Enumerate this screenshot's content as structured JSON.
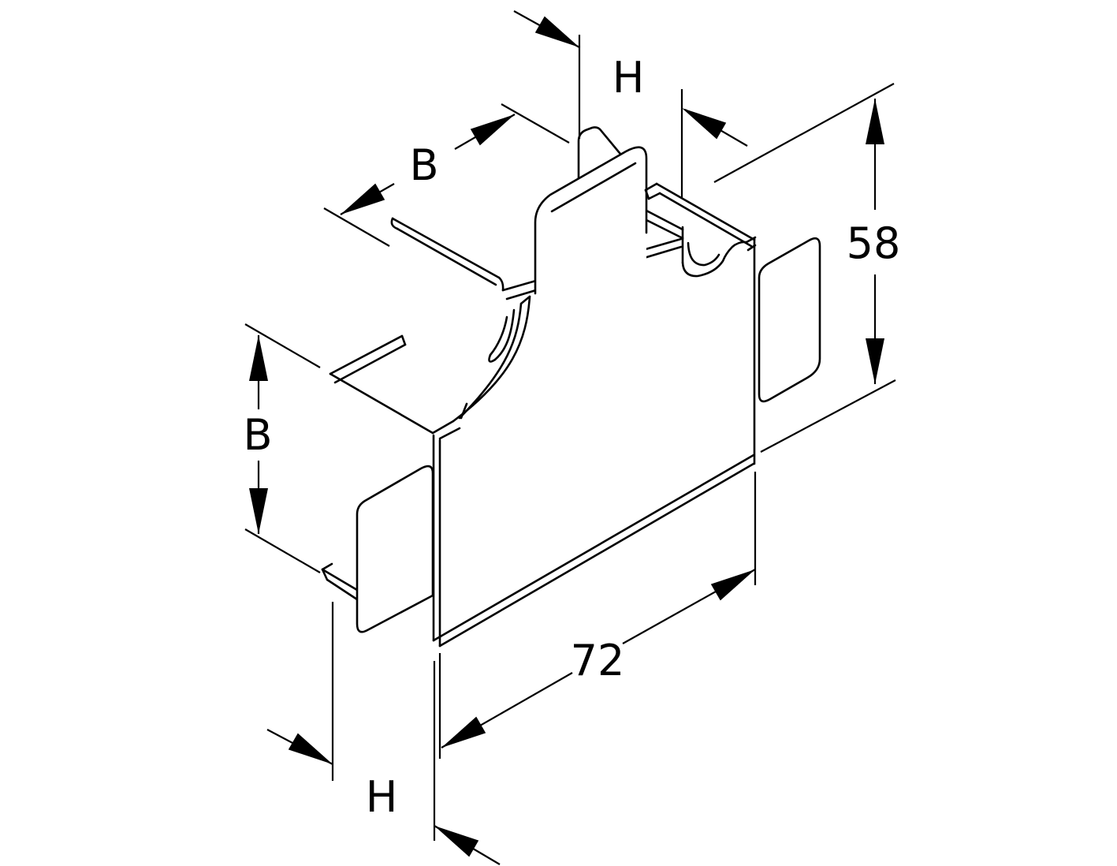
{
  "drawing": {
    "title": "Isometric technical drawing of a flat tee piece for cable trunking",
    "type": "line-drawing",
    "colors": {
      "background": "#ffffff",
      "line": "#000000",
      "text": "#000000"
    },
    "dimensions": {
      "branch_depth_top": {
        "label": "H",
        "meaning": "depth of top branch opening"
      },
      "branch_width_top": {
        "label": "B",
        "meaning": "width of top branch opening"
      },
      "overall_height": {
        "label": "58",
        "meaning": "overall height, mm"
      },
      "run_width_left": {
        "label": "B",
        "meaning": "width of side opening"
      },
      "arm_length_bottom": {
        "label": "72",
        "meaning": "arm length, mm"
      },
      "run_depth_bottom": {
        "label": "H",
        "meaning": "depth of lower opening"
      }
    }
  }
}
